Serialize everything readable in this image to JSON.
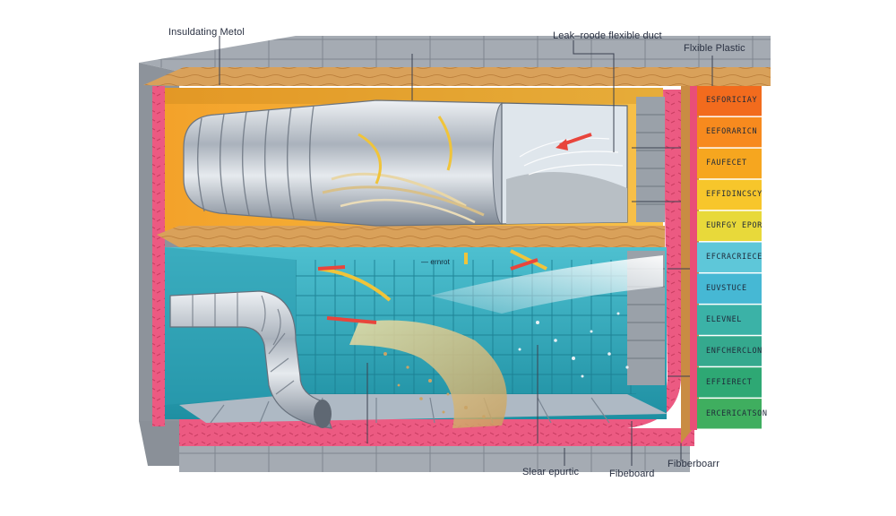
{
  "labels": {
    "top_left": "Insuldating Metol",
    "top_middle": "Leak–roode flexible duct",
    "top_right": "Flxible Plastic",
    "bottom_1": "Slear epurtic",
    "bottom_2": "Fibeboard",
    "bottom_3": "Fibberboarr",
    "inner_marker": "— ernrot"
  },
  "scale": {
    "items": [
      {
        "label": "Esforiciay",
        "color": "#f26b1d"
      },
      {
        "label": "Eeforaricn",
        "color": "#f78a1e"
      },
      {
        "label": "Faufecet",
        "color": "#f6a61f"
      },
      {
        "label": "Effidincscy",
        "color": "#f7c62b"
      },
      {
        "label": "Eurfgy epor",
        "color": "#e8d93a"
      },
      {
        "label": "Efcracriece",
        "color": "#5ec7d9"
      },
      {
        "label": "Euvstuce",
        "color": "#46b8d4"
      },
      {
        "label": "Elevnel",
        "color": "#3bb2a7"
      },
      {
        "label": "Enfcherclon",
        "color": "#35a98e"
      },
      {
        "label": "Effierect",
        "color": "#2ea874"
      },
      {
        "label": "Ercericatson",
        "color": "#3fae5f"
      }
    ]
  },
  "colors": {
    "concrete": "#9aa1aa",
    "wood": "#d79a4c",
    "insulation_pink": "#e94e77",
    "wall_orange": "#f2a524",
    "room_teal": "#2fa7b8",
    "duct_metal": "#c6ccd3"
  }
}
